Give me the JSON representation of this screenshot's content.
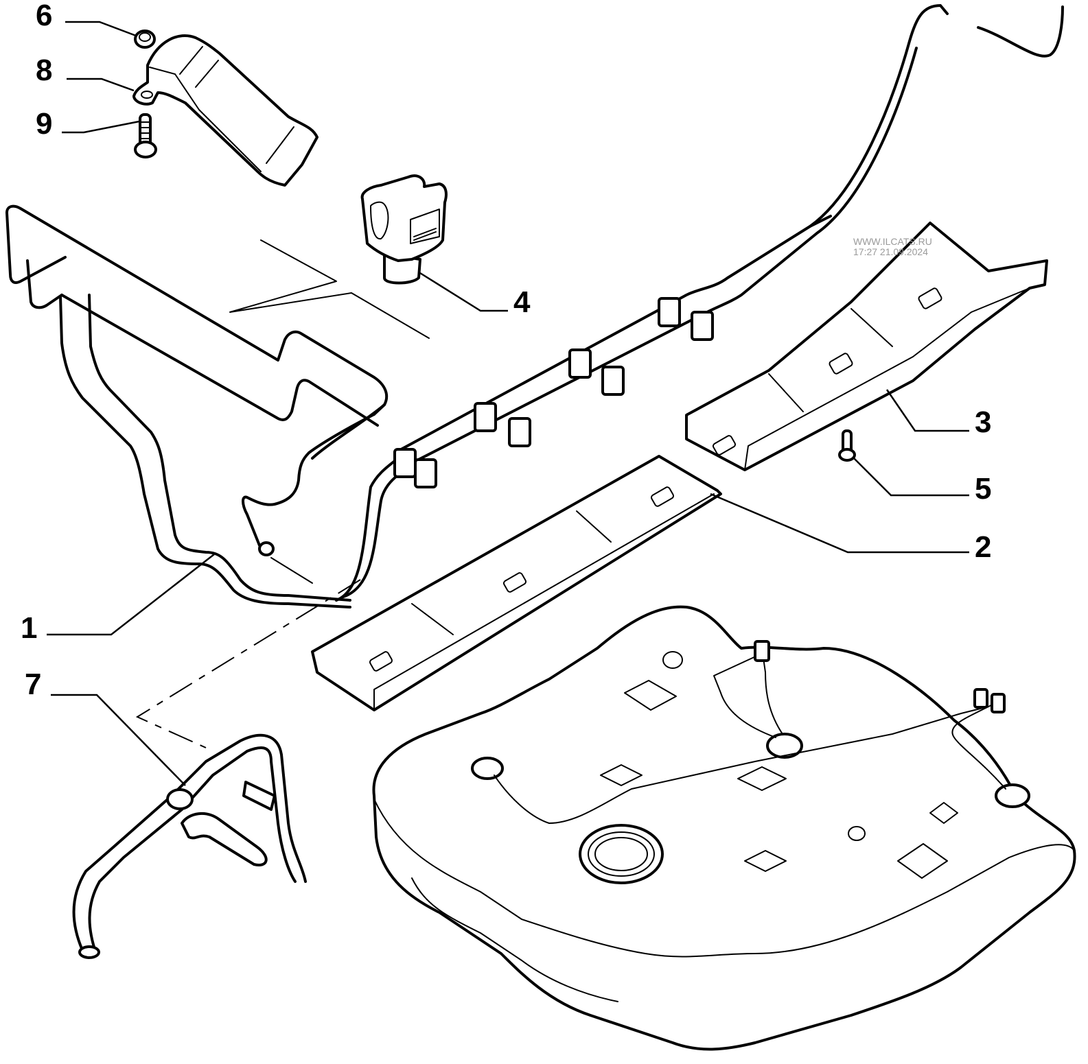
{
  "diagram": {
    "type": "exploded parts diagram",
    "subject": "Fuel tank, fuel pipes and mounting",
    "callouts": [
      {
        "id": "1",
        "label": "1",
        "part": "fuel pipe assembly"
      },
      {
        "id": "2",
        "label": "2",
        "part": "tank support strap (front)"
      },
      {
        "id": "3",
        "label": "3",
        "part": "tank support strap (rear)"
      },
      {
        "id": "4",
        "label": "4",
        "part": "pipe clip / connector"
      },
      {
        "id": "5",
        "label": "5",
        "part": "bolt"
      },
      {
        "id": "6",
        "label": "6",
        "part": "nut"
      },
      {
        "id": "7",
        "label": "7",
        "part": "filler hose / breather pipe"
      },
      {
        "id": "8",
        "label": "8",
        "part": "heat shield bracket"
      },
      {
        "id": "9",
        "label": "9",
        "part": "bolt"
      }
    ],
    "watermark": {
      "line1": "WWW.ILCATS.RU",
      "line2": "17:27 21.09.2024"
    }
  }
}
